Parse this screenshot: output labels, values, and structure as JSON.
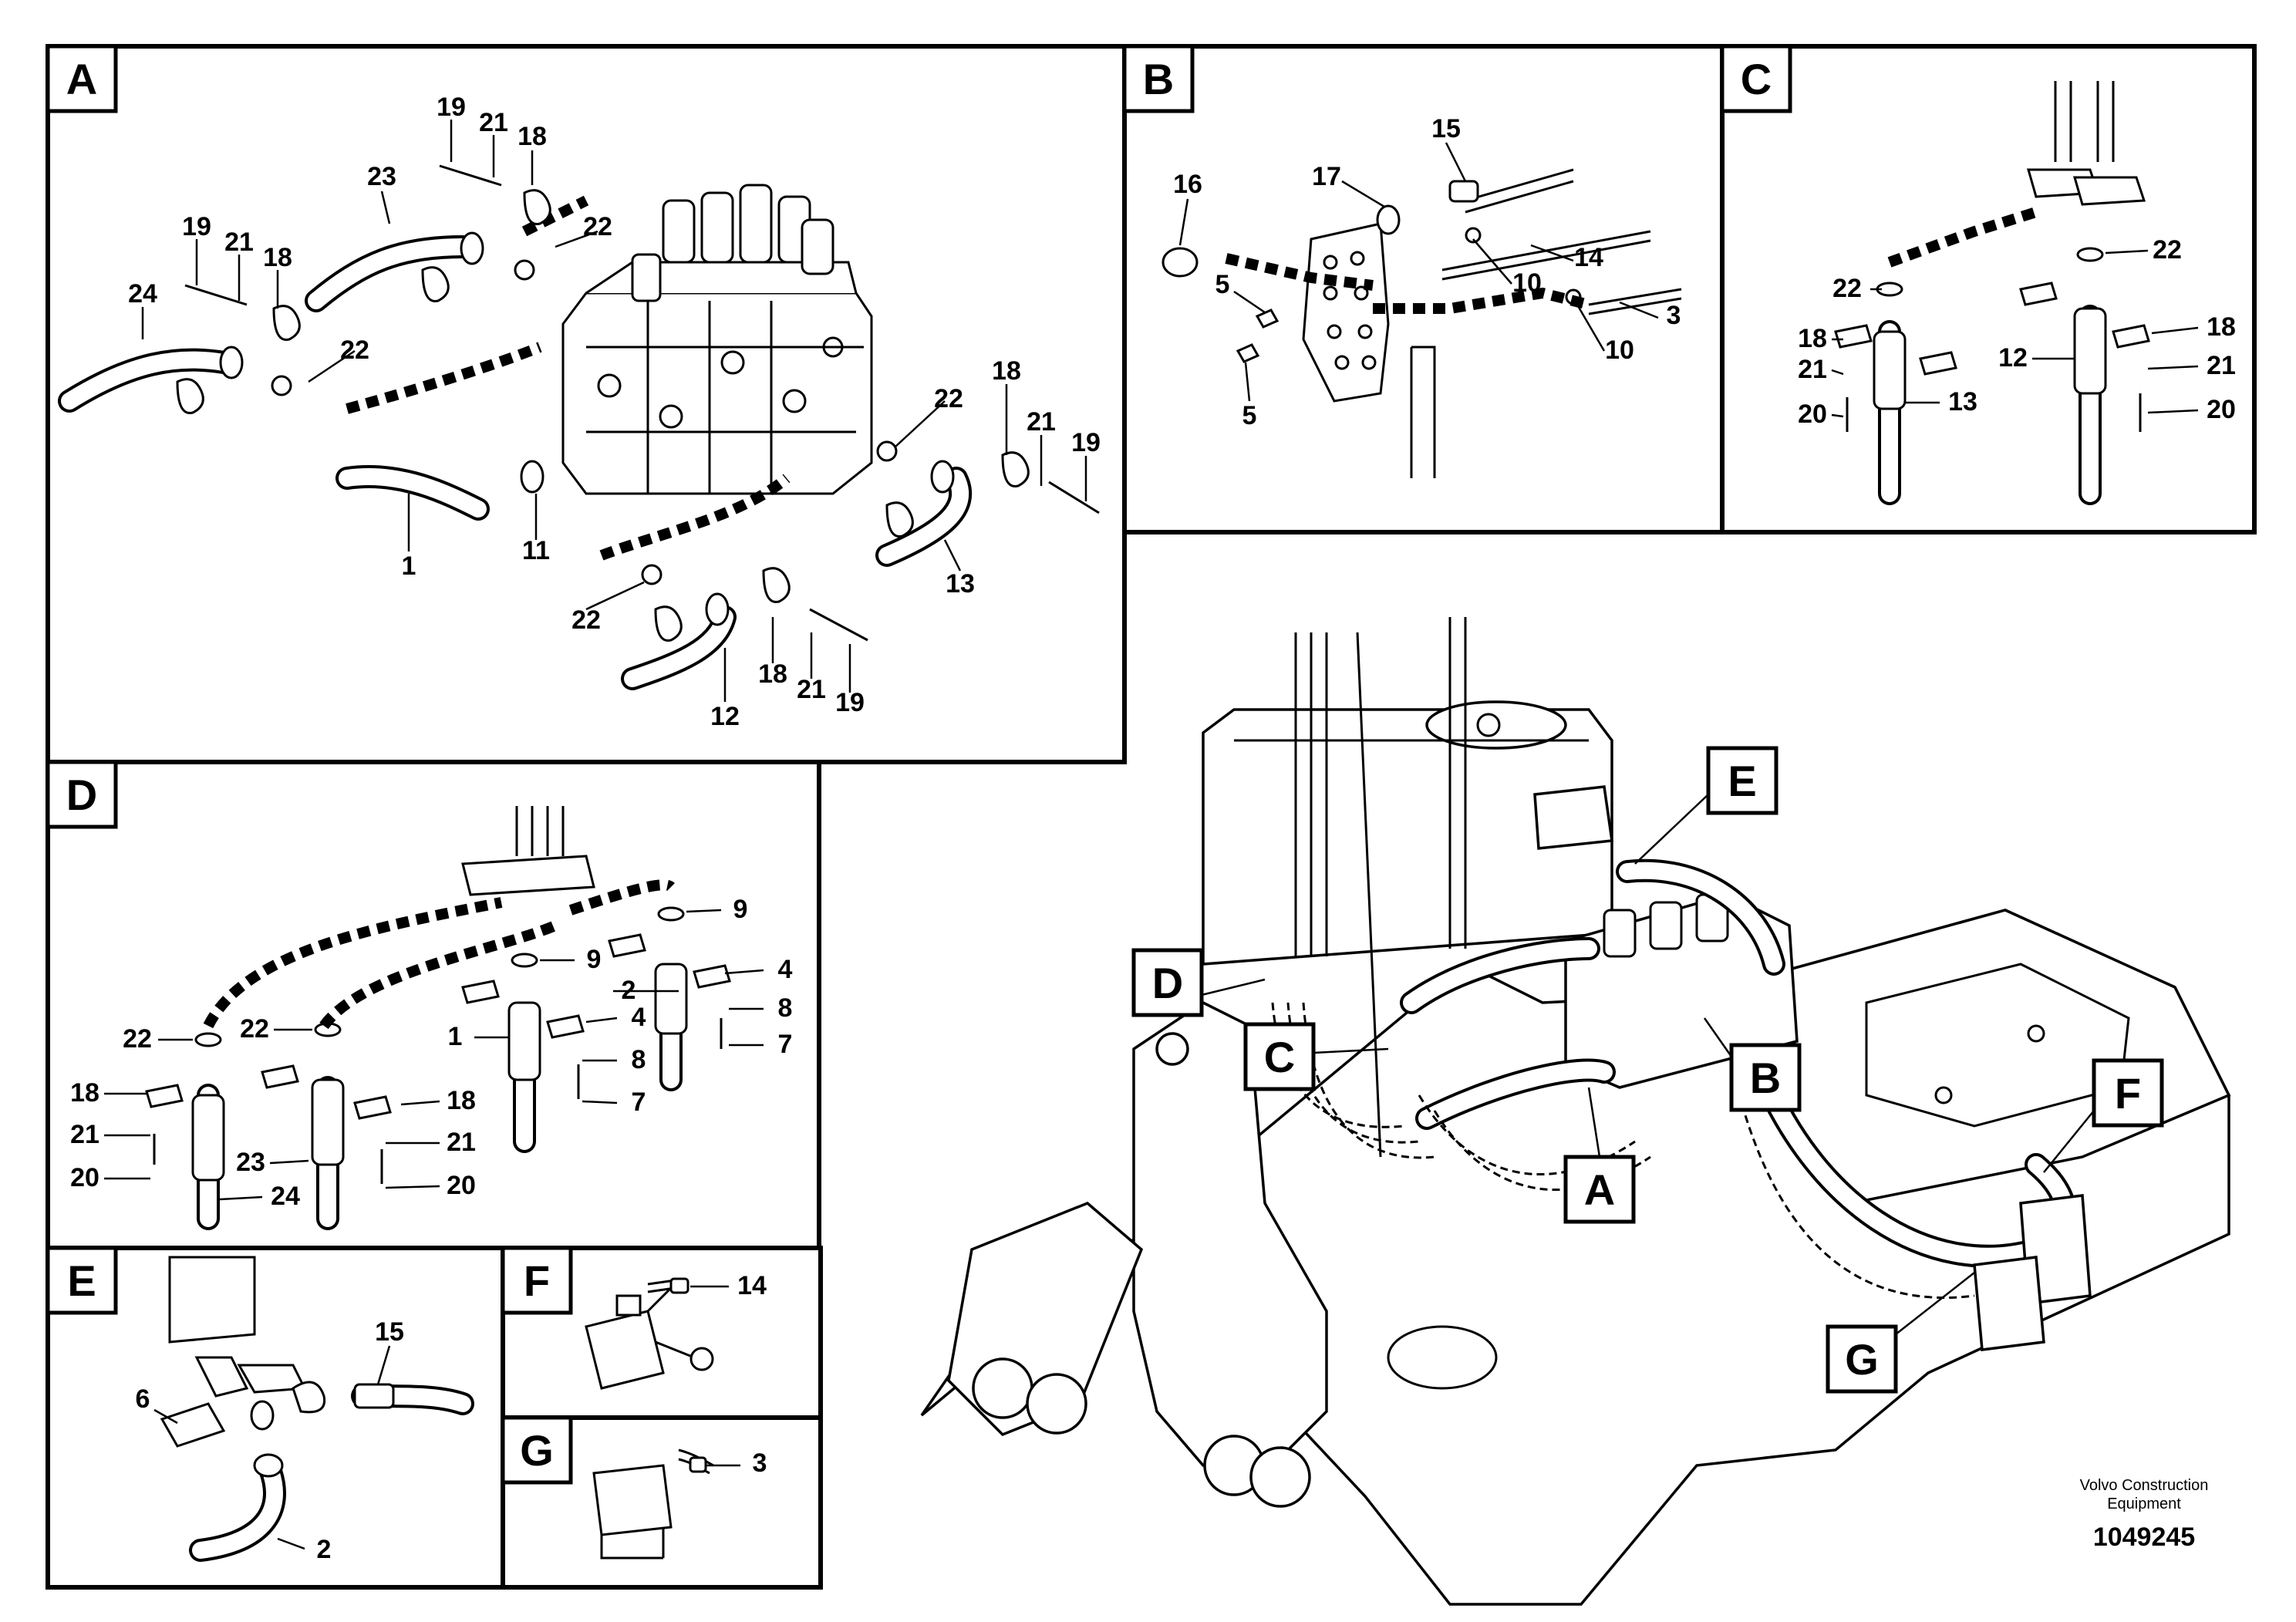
{
  "panels": {
    "A": {
      "letter": "A",
      "callouts": [
        "19",
        "21",
        "18",
        "23",
        "22",
        "19",
        "21",
        "18",
        "24",
        "22",
        "22",
        "18",
        "21",
        "19",
        "1",
        "11",
        "13",
        "22",
        "12",
        "18",
        "21",
        "19"
      ]
    },
    "B": {
      "letter": "B",
      "callouts": [
        "15",
        "16",
        "17",
        "14",
        "5",
        "10",
        "3",
        "10",
        "5"
      ]
    },
    "C": {
      "letter": "C",
      "callouts": [
        "22",
        "22",
        "18",
        "18",
        "21",
        "12",
        "21",
        "20",
        "13",
        "20"
      ]
    },
    "D": {
      "letter": "D",
      "callouts": [
        "9",
        "9",
        "4",
        "2",
        "22",
        "22",
        "8",
        "1",
        "4",
        "18",
        "8",
        "7",
        "7",
        "18",
        "21",
        "21",
        "20",
        "23",
        "24",
        "20"
      ]
    },
    "E": {
      "letter": "E",
      "callouts": [
        "15",
        "6",
        "2"
      ]
    },
    "F": {
      "letter": "F",
      "callouts": [
        "14"
      ]
    },
    "G": {
      "letter": "G",
      "callouts": [
        "3"
      ]
    }
  },
  "overview_tags": [
    "E",
    "D",
    "C",
    "B",
    "A",
    "F",
    "G"
  ],
  "footer": {
    "brand_line1": "Volvo Construction",
    "brand_line2": "Equipment",
    "doc_number": "1049245"
  }
}
